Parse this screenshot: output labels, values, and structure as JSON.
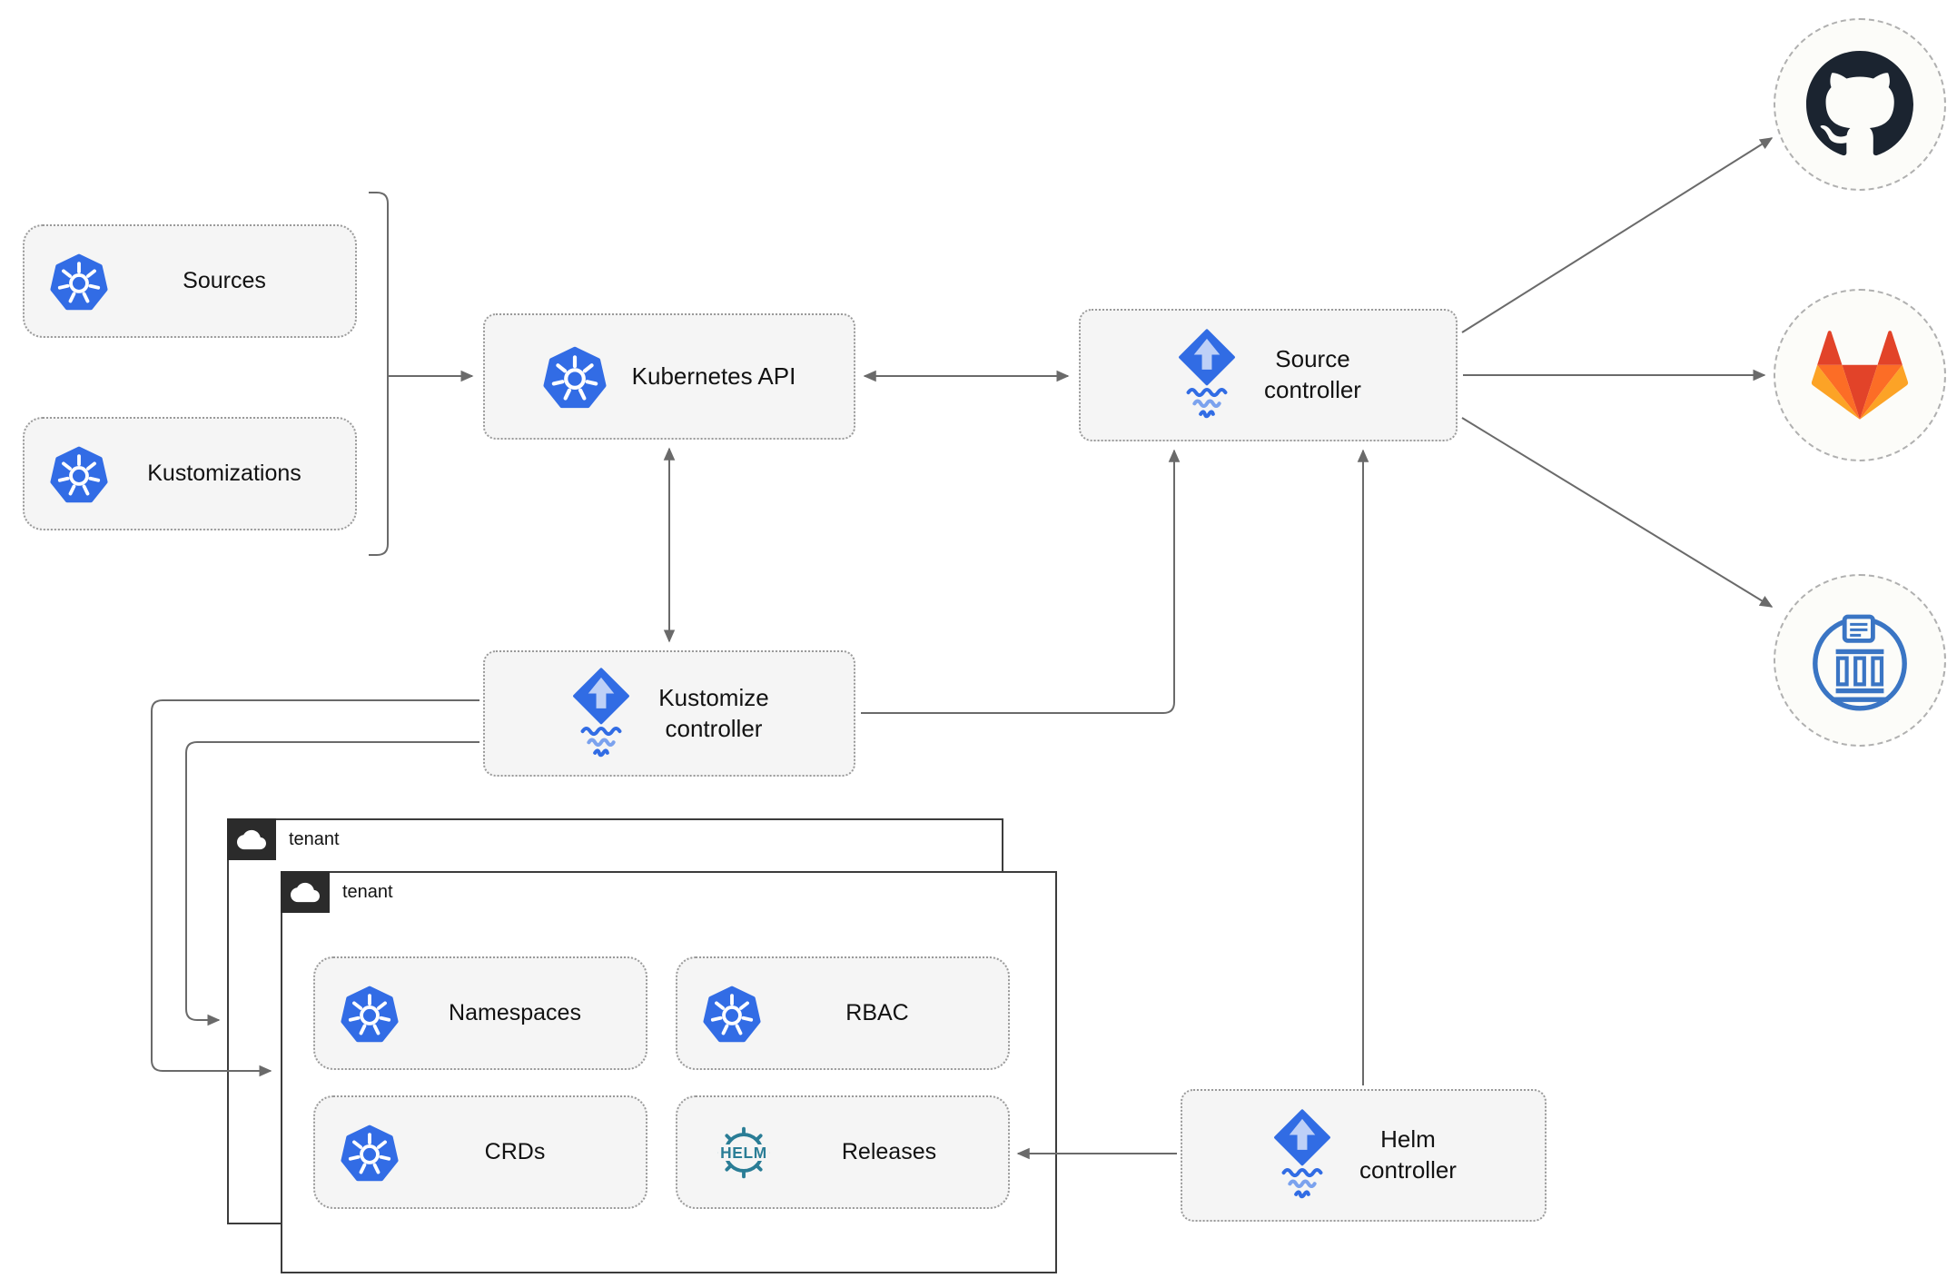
{
  "nodes": {
    "sources": {
      "label": "Sources",
      "icon": "kubernetes"
    },
    "kustomizations": {
      "label": "Kustomizations",
      "icon": "kubernetes"
    },
    "kubernetes_api": {
      "label": "Kubernetes API",
      "icon": "kubernetes"
    },
    "source_controller": {
      "label": "Source\ncontroller",
      "icon": "flux"
    },
    "kustomize_controller": {
      "label": "Kustomize\ncontroller",
      "icon": "flux"
    },
    "helm_controller": {
      "label": "Helm\ncontroller",
      "icon": "flux"
    },
    "tenant_back": {
      "label": "tenant",
      "icon": "cloud"
    },
    "tenant_front": {
      "label": "tenant",
      "icon": "cloud"
    },
    "namespaces": {
      "label": "Namespaces",
      "icon": "kubernetes"
    },
    "rbac": {
      "label": "RBAC",
      "icon": "kubernetes"
    },
    "crds": {
      "label": "CRDs",
      "icon": "kubernetes"
    },
    "releases": {
      "label": "Releases",
      "icon": "helm",
      "icon_text": "HELM"
    },
    "github": {
      "icon": "github"
    },
    "gitlab": {
      "icon": "gitlab"
    },
    "chartmuseum": {
      "icon": "chartmuseum"
    }
  },
  "edges": [
    {
      "from": "sources+kustomizations",
      "to": "kubernetes_api",
      "style": "arrow"
    },
    {
      "from": "kubernetes_api",
      "to": "source_controller",
      "style": "double-arrow"
    },
    {
      "from": "kubernetes_api",
      "to": "kustomize_controller",
      "style": "double-arrow"
    },
    {
      "from": "kustomize_controller",
      "to": "source_controller",
      "style": "arrow"
    },
    {
      "from": "helm_controller",
      "to": "source_controller",
      "style": "arrow"
    },
    {
      "from": "source_controller",
      "to": "github",
      "style": "arrow"
    },
    {
      "from": "source_controller",
      "to": "gitlab",
      "style": "arrow"
    },
    {
      "from": "source_controller",
      "to": "chartmuseum",
      "style": "arrow"
    },
    {
      "from": "kustomize_controller",
      "to": "tenant_front",
      "style": "arrow"
    },
    {
      "from": "kustomize_controller",
      "to": "tenant_back",
      "style": "arrow"
    },
    {
      "from": "helm_controller",
      "to": "releases",
      "style": "arrow"
    }
  ],
  "colors": {
    "kubernetes_blue": "#326ce5",
    "flux_blue": "#316ce4",
    "flux_arrow_light": "#bed0f7",
    "helm_teal": "#2a7d96",
    "github_dark": "#1b2430",
    "gitlab_red": "#e24329",
    "gitlab_orange": "#fc6d26",
    "gitlab_yellow": "#fca326",
    "chartmuseum_blue": "#3a75c4",
    "node_fill": "#f5f5f5",
    "node_border": "#9a9a9a",
    "arrow_gray": "#6a6a6a",
    "tenant_header": "#2b2b2b"
  }
}
